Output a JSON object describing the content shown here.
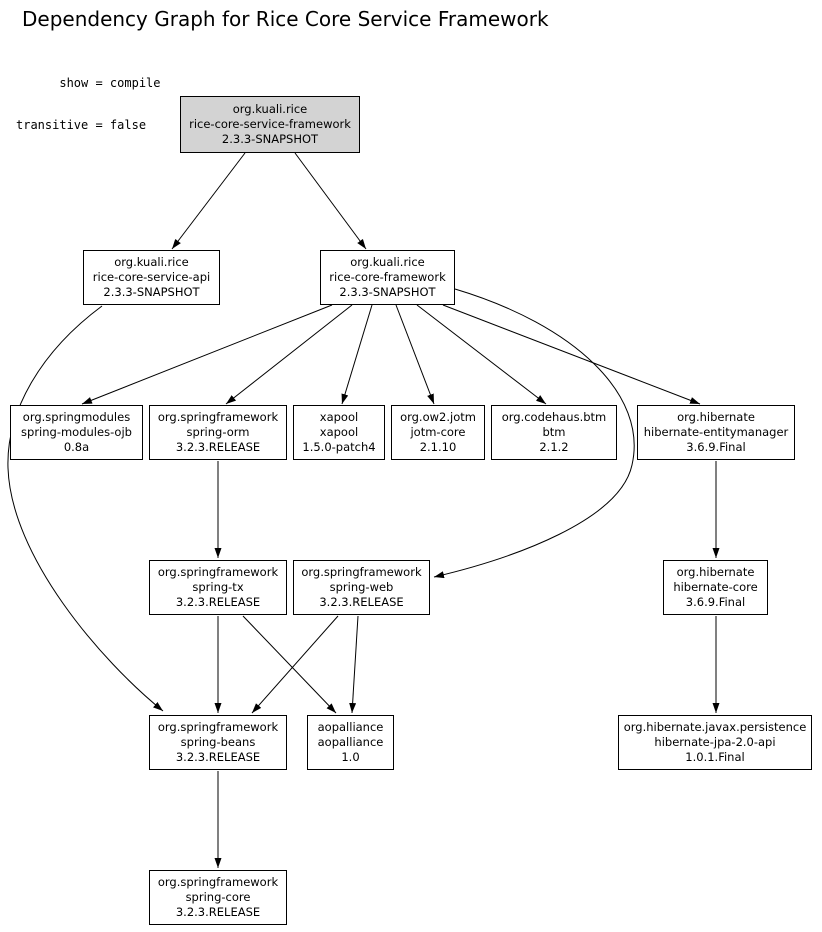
{
  "title": "Dependency Graph for Rice Core Service Framework",
  "legend": {
    "line1": "      show = compile",
    "line2": "transitive = false"
  },
  "colors": {
    "root_node_fill": "#d3d3d3",
    "node_fill": "#ffffff",
    "stroke": "#000000"
  },
  "nodes": [
    {
      "id": "rice-core-service-framework",
      "root": true,
      "lines": [
        "org.kuali.rice",
        "rice-core-service-framework",
        "2.3.3-SNAPSHOT"
      ]
    },
    {
      "id": "rice-core-service-api",
      "root": false,
      "lines": [
        "org.kuali.rice",
        "rice-core-service-api",
        "2.3.3-SNAPSHOT"
      ]
    },
    {
      "id": "rice-core-framework",
      "root": false,
      "lines": [
        "org.kuali.rice",
        "rice-core-framework",
        "2.3.3-SNAPSHOT"
      ]
    },
    {
      "id": "spring-modules-ojb",
      "root": false,
      "lines": [
        "org.springmodules",
        "spring-modules-ojb",
        "0.8a"
      ]
    },
    {
      "id": "spring-orm",
      "root": false,
      "lines": [
        "org.springframework",
        "spring-orm",
        "3.2.3.RELEASE"
      ]
    },
    {
      "id": "xapool",
      "root": false,
      "lines": [
        "xapool",
        "xapool",
        "1.5.0-patch4"
      ]
    },
    {
      "id": "jotm-core",
      "root": false,
      "lines": [
        "org.ow2.jotm",
        "jotm-core",
        "2.1.10"
      ]
    },
    {
      "id": "btm",
      "root": false,
      "lines": [
        "org.codehaus.btm",
        "btm",
        "2.1.2"
      ]
    },
    {
      "id": "hibernate-entitymanager",
      "root": false,
      "lines": [
        "org.hibernate",
        "hibernate-entitymanager",
        "3.6.9.Final"
      ]
    },
    {
      "id": "spring-tx",
      "root": false,
      "lines": [
        "org.springframework",
        "spring-tx",
        "3.2.3.RELEASE"
      ]
    },
    {
      "id": "spring-web",
      "root": false,
      "lines": [
        "org.springframework",
        "spring-web",
        "3.2.3.RELEASE"
      ]
    },
    {
      "id": "hibernate-core",
      "root": false,
      "lines": [
        "org.hibernate",
        "hibernate-core",
        "3.6.9.Final"
      ]
    },
    {
      "id": "spring-beans",
      "root": false,
      "lines": [
        "org.springframework",
        "spring-beans",
        "3.2.3.RELEASE"
      ]
    },
    {
      "id": "aopalliance",
      "root": false,
      "lines": [
        "aopalliance",
        "aopalliance",
        "1.0"
      ]
    },
    {
      "id": "hibernate-jpa-2.0-api",
      "root": false,
      "lines": [
        "org.hibernate.javax.persistence",
        "hibernate-jpa-2.0-api",
        "1.0.1.Final"
      ]
    },
    {
      "id": "spring-core",
      "root": false,
      "lines": [
        "org.springframework",
        "spring-core",
        "3.2.3.RELEASE"
      ]
    }
  ],
  "edges": [
    {
      "from": "rice-core-service-framework",
      "to": "rice-core-service-api"
    },
    {
      "from": "rice-core-service-framework",
      "to": "rice-core-framework"
    },
    {
      "from": "rice-core-framework",
      "to": "spring-modules-ojb"
    },
    {
      "from": "rice-core-framework",
      "to": "spring-orm"
    },
    {
      "from": "rice-core-framework",
      "to": "xapool"
    },
    {
      "from": "rice-core-framework",
      "to": "jotm-core"
    },
    {
      "from": "rice-core-framework",
      "to": "btm"
    },
    {
      "from": "rice-core-framework",
      "to": "hibernate-entitymanager"
    },
    {
      "from": "rice-core-framework",
      "to": "spring-web"
    },
    {
      "from": "rice-core-service-api",
      "to": "spring-beans"
    },
    {
      "from": "spring-orm",
      "to": "spring-tx"
    },
    {
      "from": "spring-tx",
      "to": "spring-beans"
    },
    {
      "from": "spring-tx",
      "to": "aopalliance"
    },
    {
      "from": "spring-web",
      "to": "spring-beans"
    },
    {
      "from": "spring-web",
      "to": "aopalliance"
    },
    {
      "from": "spring-beans",
      "to": "spring-core"
    },
    {
      "from": "hibernate-entitymanager",
      "to": "hibernate-core"
    },
    {
      "from": "hibernate-core",
      "to": "hibernate-jpa-2.0-api"
    }
  ]
}
